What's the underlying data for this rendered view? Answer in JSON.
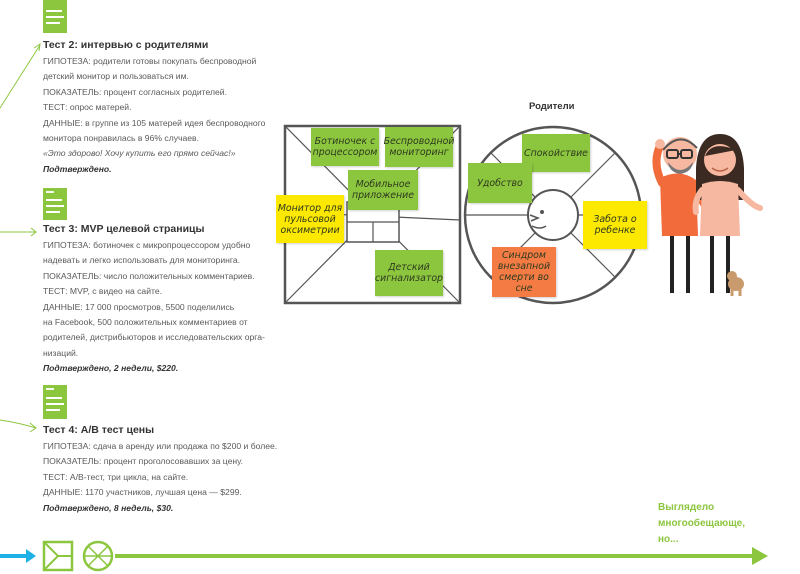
{
  "tests": [
    {
      "title": "Тест 2: интервью с родителями",
      "lines": [
        "ГИПОТЕЗА: родители готовы покупать беспроводной",
        "детский монитор и пользоваться им.",
        "ПОКАЗАТЕЛЬ: процент согласных родителей.",
        "ТЕСТ: опрос матерей.",
        "ДАННЫЕ: в группе из 105 матерей идея беспроводного",
        "монитора понравилась в 96% случаев."
      ],
      "quote": "«Это здорово! Хочу купить его прямо сейчас!»",
      "result": "Подтверждено."
    },
    {
      "title": "Тест 3: MVP целевой страницы",
      "lines": [
        "ГИПОТЕЗА: ботиночек с микропроцессором удобно",
        "надевать и легко использовать для мониторинга.",
        "ПОКАЗАТЕЛЬ: число положительных комментариев.",
        "ТЕСТ: MVP, с видео на сайте.",
        "ДАННЫЕ: 17 000 просмотров, 5500 поделились",
        "на Facebook, 500 положительных комментариев от",
        "родителей, дистрибьюторов и исследовательских орга-",
        "низаций."
      ],
      "result": "Подтверждено, 2 недели, $220."
    },
    {
      "title": "Тест 4: А/В тест цены",
      "lines": [
        "ГИПОТЕЗА: сдача в аренду или продажа по $200 и более.",
        "ПОКАЗАТЕЛЬ: процент проголосовавших за цену.",
        "ТЕСТ: А/В-тест, три цикла, на сайте.",
        "ДАННЫЕ: 1170 участников, лучшая цена — $299."
      ],
      "result": "Подтверждено, 8 недель, $30."
    }
  ],
  "canvas": {
    "title": "Родители",
    "value_map_notes": {
      "n1": "Ботиночек с процессором",
      "n2": "Беспроводной мониторинг",
      "n3": "Мобильное приложение",
      "n4": "Монитор для пульсовой оксиметрии",
      "n5": "Детский сигнализатор"
    },
    "profile_notes": {
      "p1": "Спокойствие",
      "p2": "Удобство",
      "p3": "Забота о ребенке",
      "p4": "Синдром внезапной смерти во сне"
    }
  },
  "bottom_text": {
    "l1": "Выглядело",
    "l2": "многообещающе,",
    "l3": "но..."
  },
  "colors": {
    "accent_green": "#8cc63f",
    "note_yellow": "#fde800",
    "note_orange": "#f47c44",
    "arrow_blue": "#1fb1e5",
    "canvas_outline": "#555555"
  }
}
